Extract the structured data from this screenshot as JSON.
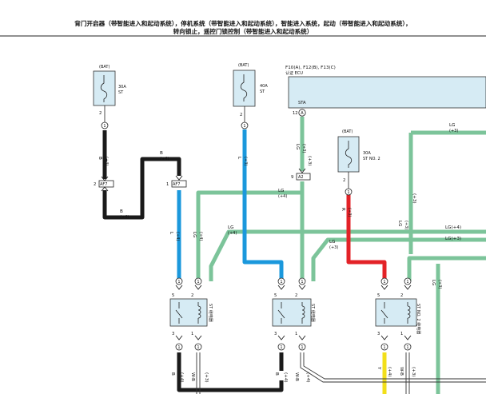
{
  "header": {
    "line1": "背门开启器（带智能进入和起动系统），停机系统（带智能进入和起动系统），智能进入系统，起动（带智能进入和起动系统），",
    "line2": "转向锁止，遥控门锁控制（带智能进入和起动系统）"
  },
  "colors": {
    "black": "#1a1a1a",
    "blue": "#1b98dc",
    "green": "#7cc49a",
    "red": "#e32227",
    "yellow": "#f2df1a",
    "ecu_fill": "#d6ebf4"
  },
  "ecu": {
    "title": "F10(A), F12(B), F13(C)",
    "subtitle": "认证 ECU",
    "terminal": "STA",
    "pin_num": "12",
    "pin_letter": "A"
  },
  "fuses": [
    {
      "name": "fuse-st-1",
      "bat": "(BAT)",
      "rating": "30A",
      "label": "ST",
      "pin": "2"
    },
    {
      "name": "fuse-st-2",
      "bat": "(BAT)",
      "rating": "40A",
      "label": "ST",
      "pin": "2"
    },
    {
      "name": "fuse-st-no2",
      "bat": "(BAT)",
      "rating": "30A",
      "label": "ST NO. 2",
      "pin": "2"
    }
  ],
  "connectors": {
    "af7_left": {
      "pin": "2",
      "name": "AF7"
    },
    "af7_right": {
      "pin": "1",
      "name": "AF7"
    },
    "a2": {
      "pin": "9",
      "name": "A2"
    }
  },
  "relays": [
    {
      "name": "relay-st-1",
      "label": "ST 继电器",
      "pins": [
        "5",
        "2",
        "3",
        "1"
      ]
    },
    {
      "name": "relay-st-2",
      "label": "ST 继电器",
      "pins": [
        "5",
        "2",
        "3",
        "1"
      ]
    },
    {
      "name": "relay-st-no2",
      "label": "ST NO. 2 继电器",
      "pins": [
        "5",
        "2",
        "3",
        "1"
      ]
    }
  ],
  "wire_labels": [
    {
      "text": "B",
      "sub": "(+4)"
    },
    {
      "text": "B",
      "sub": "(+4)"
    },
    {
      "text": "B",
      "sub": "(+4)"
    },
    {
      "text": "L",
      "sub": "(+4)"
    },
    {
      "text": "L",
      "sub": "(+3)"
    },
    {
      "text": "LG",
      "sub": "(+4)"
    },
    {
      "text": "LG",
      "sub": "(+4)"
    },
    {
      "text": "LG",
      "sub": "(+4)"
    },
    {
      "text": "LG",
      "sub": "(+3)"
    },
    {
      "text": "LG",
      "sub": "(+3)"
    },
    {
      "text": "LG",
      "sub": "(+3)"
    },
    {
      "text": "LG",
      "sub": "(+3)"
    },
    {
      "text": "LG(+4)",
      "sub": ""
    },
    {
      "text": "LG(+3)",
      "sub": ""
    },
    {
      "text": "R",
      "sub": "(+3)"
    },
    {
      "text": "LG",
      "sub": "(+3)"
    },
    {
      "text": "B",
      "sub": ""
    },
    {
      "text": "W-B",
      "sub": ""
    },
    {
      "text": "B",
      "sub": ""
    },
    {
      "text": "W-B",
      "sub": ""
    },
    {
      "text": "Y",
      "sub": ""
    },
    {
      "text": "W-B",
      "sub": ""
    },
    {
      "text": "(+4)",
      "sub": ""
    },
    {
      "text": "(+3)",
      "sub": ""
    },
    {
      "text": "(+4)",
      "sub": ""
    },
    {
      "text": "(+4)",
      "sub": ""
    },
    {
      "text": "(+4)",
      "sub": ""
    },
    {
      "text": "(+3)",
      "sub": ""
    },
    {
      "text": "(+3)",
      "sub": ""
    },
    {
      "text": "(+3)",
      "sub": ""
    }
  ]
}
